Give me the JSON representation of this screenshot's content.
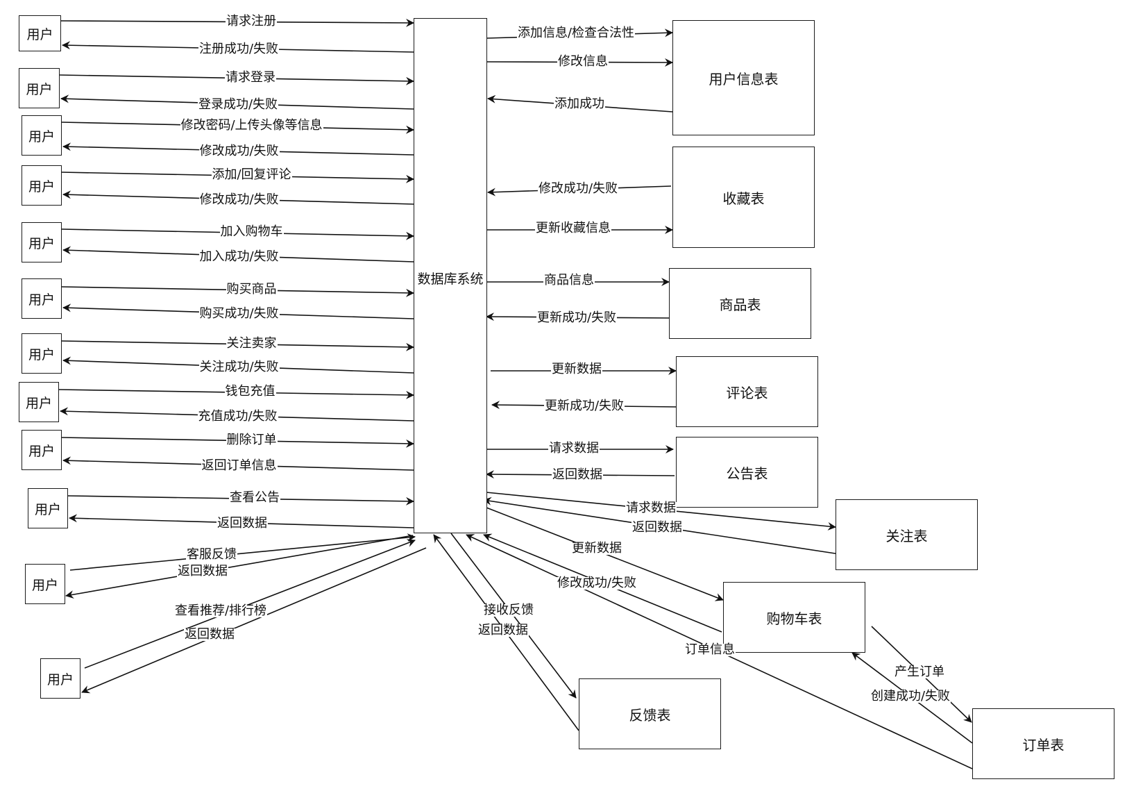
{
  "central": {
    "label": "数据库系统"
  },
  "users": [
    {
      "label": "用户"
    },
    {
      "label": "用户"
    },
    {
      "label": "用户"
    },
    {
      "label": "用户"
    },
    {
      "label": "用户"
    },
    {
      "label": "用户"
    },
    {
      "label": "用户"
    },
    {
      "label": "用户"
    },
    {
      "label": "用户"
    },
    {
      "label": "用户"
    },
    {
      "label": "用户"
    },
    {
      "label": "用户"
    }
  ],
  "tables": [
    {
      "id": "user-info",
      "label": "用户信息表"
    },
    {
      "id": "favorites",
      "label": "收藏表"
    },
    {
      "id": "products",
      "label": "商品表"
    },
    {
      "id": "comments",
      "label": "评论表"
    },
    {
      "id": "announcements",
      "label": "公告表"
    },
    {
      "id": "follows",
      "label": "关注表"
    },
    {
      "id": "cart",
      "label": "购物车表"
    },
    {
      "id": "feedback",
      "label": "反馈表"
    },
    {
      "id": "orders",
      "label": "订单表"
    }
  ],
  "user_flows": [
    {
      "request": "请求注册",
      "response": "注册成功/失败"
    },
    {
      "request": "请求登录",
      "response": "登录成功/失败"
    },
    {
      "request": "修改密码/上传头像等信息",
      "response": "修改成功/失败"
    },
    {
      "request": "添加/回复评论",
      "response": "修改成功/失败"
    },
    {
      "request": "加入购物车",
      "response": "加入成功/失败"
    },
    {
      "request": "购买商品",
      "response": "购买成功/失败"
    },
    {
      "request": "关注卖家",
      "response": "关注成功/失败"
    },
    {
      "request": "钱包充值",
      "response": "充值成功/失败"
    },
    {
      "request": "删除订单",
      "response": "返回订单信息"
    },
    {
      "request": "查看公告",
      "response": "返回数据"
    },
    {
      "request": "客服反馈",
      "response": "返回数据"
    },
    {
      "request": "查看推荐/排行榜",
      "response": "返回数据"
    }
  ],
  "table_flows": {
    "user_info": [
      "添加信息/检查合法性",
      "修改信息",
      "添加成功"
    ],
    "favorites": [
      "修改成功/失败",
      "更新收藏信息"
    ],
    "products": [
      "商品信息",
      "更新成功/失败"
    ],
    "comments": [
      "更新数据",
      "更新成功/失败"
    ],
    "announcements": [
      "请求数据",
      "返回数据"
    ],
    "follows": [
      "请求数据",
      "返回数据"
    ],
    "cart": [
      "更新数据",
      "修改成功/失败"
    ],
    "feedback": [
      "接收反馈",
      "返回数据"
    ],
    "orders": [
      "订单信息"
    ],
    "cart_orders": [
      "产生订单",
      "创建成功/失败"
    ]
  }
}
